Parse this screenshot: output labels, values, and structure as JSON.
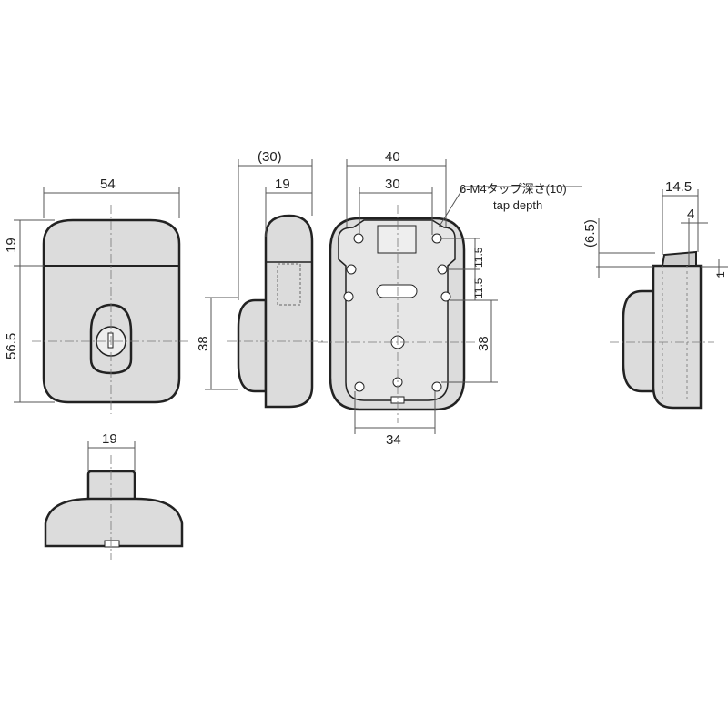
{
  "dimensions": {
    "front_width": "54",
    "front_top": "19",
    "front_height": "56.5",
    "bottom_width": "19",
    "side_depth": "(30)",
    "side_body": "19",
    "side_height": "38",
    "back_width": "40",
    "back_holes": "30",
    "back_bottom": "34",
    "back_height": "38",
    "back_off1": "11.5",
    "back_off2": "11.5",
    "right_depth": "14.5",
    "right_small": "4",
    "right_offset": "(6.5)",
    "right_gap": "1"
  },
  "notes": {
    "tap_jp": "6-M4タップ深さ(10)",
    "tap_en": "tap depth"
  }
}
